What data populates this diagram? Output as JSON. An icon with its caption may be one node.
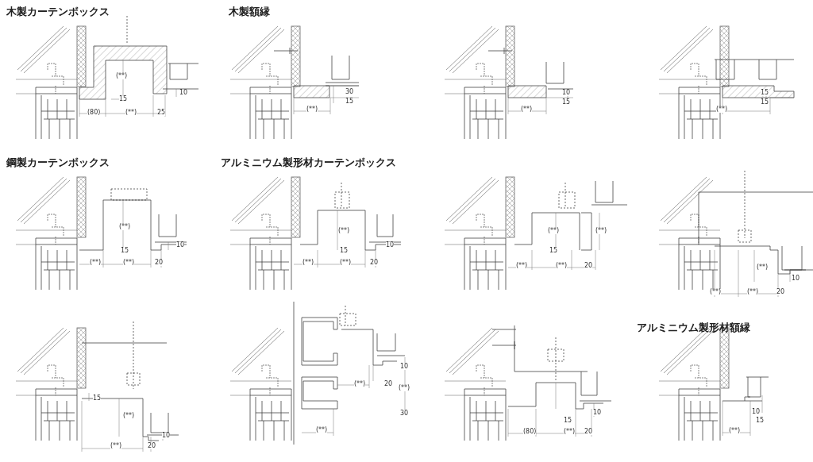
{
  "diagram": {
    "labels": [
      "木製カーテンボックス",
      "(**)",
      "15",
      "(80)",
      "(**)",
      "25",
      "10",
      "木製額縁",
      "30",
      "15",
      "(**)",
      "10",
      "15",
      "(**)",
      "15",
      "15",
      "(**)",
      "鋼製カーテンボックス",
      "(**)",
      "15",
      "(**)",
      "(**)",
      "20",
      "10",
      "アルミニウム製形材カーテンボックス",
      "(**)",
      "15",
      "(**)",
      "(**)",
      "20",
      "10",
      "(**)",
      "(**)",
      "15",
      "(**)",
      "(**)",
      "20",
      "(**)",
      "(**)",
      "(**)",
      "20",
      "10",
      "15",
      "(**)",
      "(**)",
      "20",
      "10",
      "10",
      "(**)",
      "20",
      "(**)",
      "30",
      "(**)",
      "10",
      "15",
      "(80)",
      "(**)",
      "20",
      "アルミニウム製形材額縁",
      "10",
      "15",
      "(**)"
    ]
  }
}
